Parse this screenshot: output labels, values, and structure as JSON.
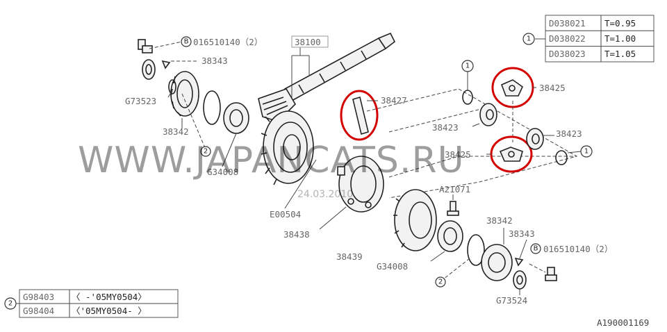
{
  "diagram": {
    "code": "A190001169",
    "labels": {
      "bolt_top": "016510140（2）",
      "bolt_bottom": "016510140（2）",
      "shaft": "38100",
      "p38343_top": "38343",
      "p38343_bottom": "38343",
      "g73523": "G73523",
      "p38342_top": "38342",
      "p38342_bottom": "38342",
      "g34008_top": "G34008",
      "g34008_bottom": "G34008",
      "p38427": "38427",
      "p38425_top": "38425",
      "p38425_bottom": "38425",
      "p38423_left": "38423",
      "p38423_right": "38423",
      "a21071": "A21071",
      "e00504": "E00504",
      "p38438": "38438",
      "p38439": "38439",
      "g73524": "G73524",
      "circle1": "1",
      "circle2": "2",
      "circleB": "B"
    },
    "shim_table": {
      "marker": "1",
      "rows": [
        {
          "part": "D038021",
          "value": "T=0.95"
        },
        {
          "part": "D038022",
          "value": "T=1.00"
        },
        {
          "part": "D038023",
          "value": "T=1.05"
        }
      ]
    },
    "variant_table": {
      "marker": "2",
      "rows": [
        {
          "part": "G98403",
          "range": "〈      -'05MY0504〉"
        },
        {
          "part": "G98404",
          "range": "〈'05MY0504-      〉"
        }
      ]
    },
    "watermark": "WWW.JAPANCATS.RU",
    "watermark_date": "24.03.2010"
  }
}
